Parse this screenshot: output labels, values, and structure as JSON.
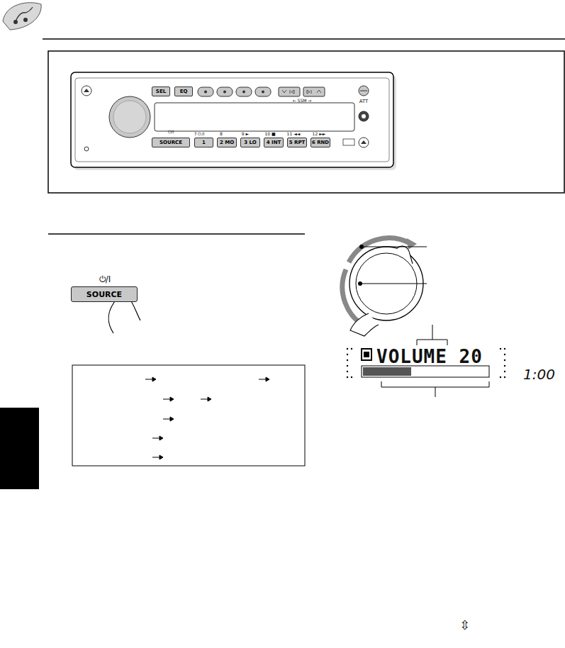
{
  "diagram": {
    "nodes": [
      {
        "text": [
          "SEL"
        ]
      },
      {
        "text": [
          "EQ"
        ]
      },
      {
        "text": [
          "SOURCE"
        ]
      },
      {
        "text": [
          "1"
        ]
      },
      {
        "text": [
          "2 MO"
        ]
      },
      {
        "text": [
          "3 LO"
        ]
      },
      {
        "text": [
          "4 INT"
        ]
      },
      {
        "text": [
          "5 RPT"
        ]
      },
      {
        "text": [
          "6 RND"
        ]
      },
      {
        "text": [
          "SOURCE"
        ]
      },
      {
        "text": [
          "VOLUME 20",
          "1:00"
        ]
      }
    ],
    "labels": [
      "⏻/I",
      "7 ⏻/I",
      "8",
      "9 ►",
      "10 ■",
      "11 ◄◄",
      "12 ►►",
      "ATT",
      "← SSM →",
      "⏻/I",
      "⇳"
    ]
  }
}
